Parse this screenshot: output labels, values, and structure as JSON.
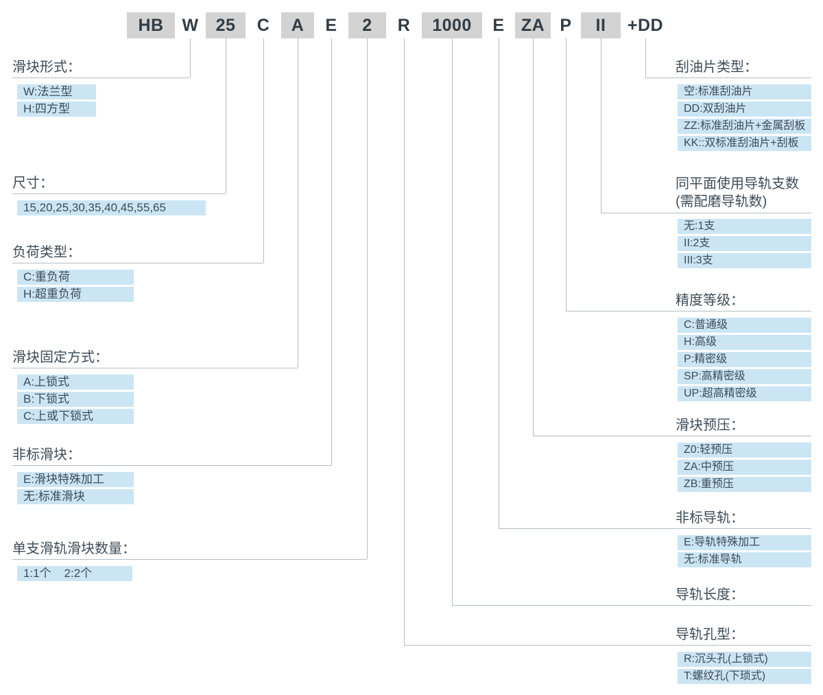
{
  "code_segments": [
    "HB",
    "W",
    "25",
    "C",
    "A",
    "E",
    "2",
    "R",
    "1000",
    "E",
    "ZA",
    "P",
    "II",
    "+DD"
  ],
  "left_blocks": [
    {
      "title": "滑块形式：",
      "items": [
        "W:法兰型",
        "H:四方型"
      ]
    },
    {
      "title": "尺寸：",
      "items": [
        "15,20,25,30,35,40,45,55,65"
      ]
    },
    {
      "title": "负荷类型：",
      "items": [
        "C:重负荷",
        "H:超重负荷"
      ]
    },
    {
      "title": "滑块固定方式：",
      "items": [
        "A:上锁式",
        "B:下锁式",
        "C:上或下锁式"
      ]
    },
    {
      "title": "非标滑块：",
      "items": [
        "E:滑块特殊加工",
        "无:标准滑块"
      ]
    },
    {
      "title": "单支滑轨滑块数量：",
      "items": [
        "1:1个    2:2个"
      ]
    }
  ],
  "right_blocks": [
    {
      "title": "刮油片类型：",
      "items": [
        "空:标准刮油片",
        "DD:双刮油片",
        "ZZ:标准刮油片+金属刮板",
        "KK::双标准刮油片+刮板"
      ]
    },
    {
      "title": "同平面使用导轨支数",
      "subtitle": "(需配磨导轨数)",
      "items": [
        "无:1支",
        "II:2支",
        "III:3支"
      ]
    },
    {
      "title": "精度等级：",
      "items": [
        "C:普通级",
        "H:高级",
        "P:精密级",
        "SP:高精密级",
        "UP:超高精密级"
      ]
    },
    {
      "title": "滑块预压：",
      "items": [
        "Z0:轻预压",
        "ZA:中预压",
        "ZB:重预压"
      ]
    },
    {
      "title": "非标导轨：",
      "items": [
        "E:导轨特殊加工",
        "无:标准导轨"
      ]
    },
    {
      "title": "导轨长度：",
      "items": []
    },
    {
      "title": "导轨孔型：",
      "items": [
        "R:沉头孔(上锁式)",
        "T:螺纹孔(下琐式)"
      ]
    }
  ],
  "colors": {
    "text": "#3e4c58",
    "code_text": "#323c44",
    "seg_bg": "#d3d3d3",
    "item_bg": "#cbe5f4",
    "line": "#b3bcc2"
  }
}
